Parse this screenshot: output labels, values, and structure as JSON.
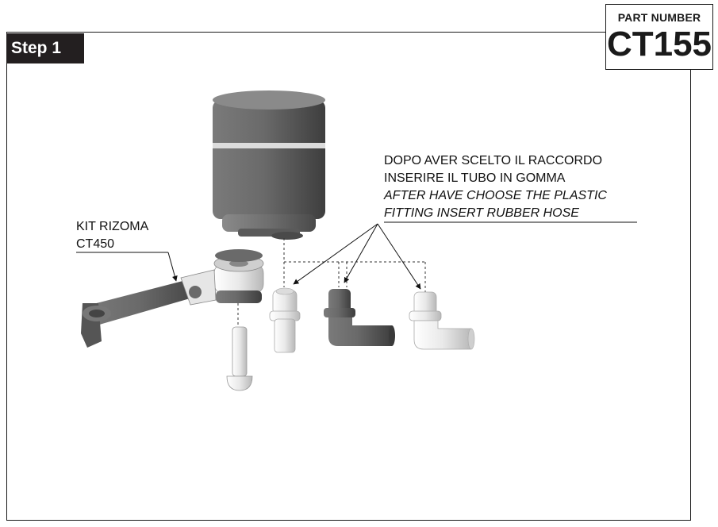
{
  "step": {
    "label": "Step 1"
  },
  "part_number": {
    "label": "PART NUMBER",
    "value": "CT155"
  },
  "callouts": {
    "kit": {
      "line1": "KIT RIZOMA",
      "line2": "CT450"
    },
    "instruction": {
      "it_line1": "DOPO AVER SCELTO IL RACCORDO",
      "it_line2": "INSERIRE IL TUBO IN GOMMA",
      "en_line1": "AFTER HAVE CHOOSE THE PLASTIC",
      "en_line2": "FITTING INSERT RUBBER HOSE"
    }
  },
  "colors": {
    "frame": "#1a1a1a",
    "step_bg": "#231f20",
    "part_dark": "#5d5d5d",
    "part_light": "#e8e8e8"
  }
}
